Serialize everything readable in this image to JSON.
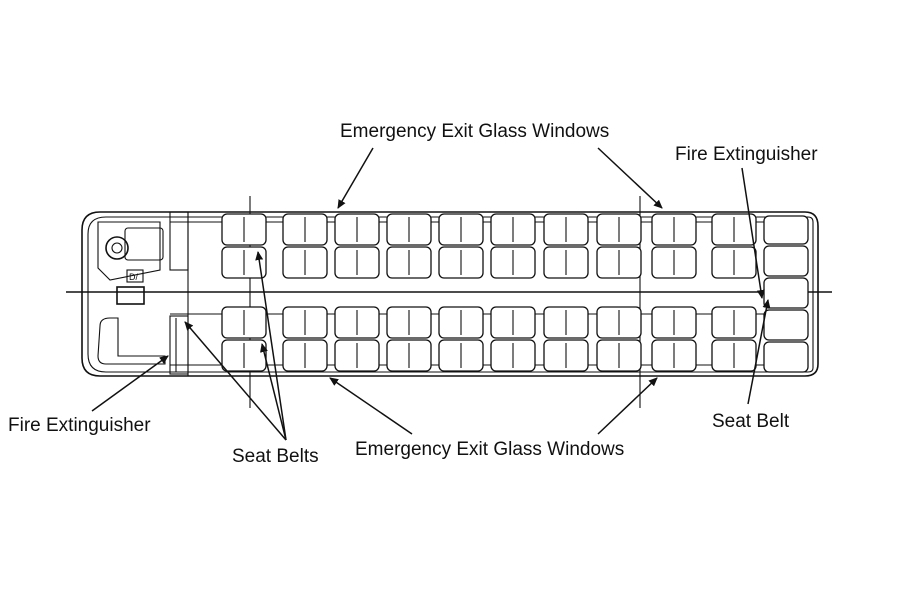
{
  "labels": {
    "emergency_exit_top": "Emergency Exit Glass Windows",
    "fire_extinguisher_top": "Fire Extinguisher",
    "fire_extinguisher_bottom": "Fire Extinguisher",
    "seat_belts": "Seat Belts",
    "emergency_exit_bottom": "Emergency Exit Glass Windows",
    "seat_belt": "Seat Belt",
    "driver_box": "D/"
  },
  "icons": {
    "steering": "steering-wheel-icon",
    "extinguisher": "fire-extinguisher-icon"
  }
}
